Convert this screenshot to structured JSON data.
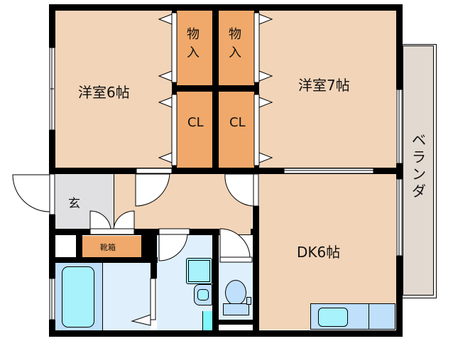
{
  "colors": {
    "room": "#f2d4b8",
    "storage": "#f0a96b",
    "entrance": "#e0e0e2",
    "wet": "#dff0fc",
    "bath": "#bfdffa",
    "fixture": "#a8f2fc",
    "balcony": "#e2d9d1",
    "wall": "#000000"
  },
  "rooms": {
    "western6": "洋室6帖",
    "western7": "洋室7帖",
    "dk": "DK6帖",
    "balcony": "ベランダ",
    "entrance": "玄",
    "shoebox": "靴箱",
    "storage_left": "物入",
    "storage_right": "物入",
    "closet_left": "CL",
    "closet_right": "CL"
  }
}
